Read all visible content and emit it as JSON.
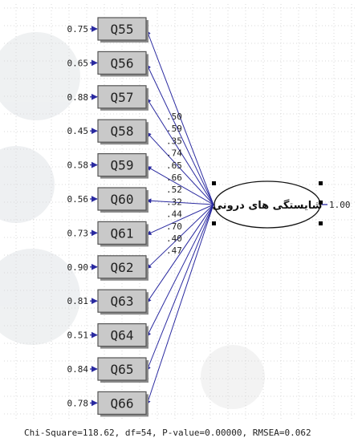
{
  "diagram": {
    "latent": {
      "label": "شایستگی های درونی",
      "variance": "1.00"
    },
    "indicators": [
      {
        "name": "Q55",
        "error": "0.75",
        "loading": ".50"
      },
      {
        "name": "Q56",
        "error": "0.65",
        "loading": ".59"
      },
      {
        "name": "Q57",
        "error": "0.88",
        "loading": ".35"
      },
      {
        "name": "Q58",
        "error": "0.45",
        "loading": ".74"
      },
      {
        "name": "Q59",
        "error": "0.58",
        "loading": ".65"
      },
      {
        "name": "Q60",
        "error": "0.56",
        "loading": ".66"
      },
      {
        "name": "Q61",
        "error": "0.73",
        "loading": ".52"
      },
      {
        "name": "Q62",
        "error": "0.90",
        "loading": ".32"
      },
      {
        "name": "Q63",
        "error": "0.81",
        "loading": ".44"
      },
      {
        "name": "Q64",
        "error": "0.51",
        "loading": ".70"
      },
      {
        "name": "Q65",
        "error": "0.84",
        "loading": ".40"
      },
      {
        "name": "Q66",
        "error": "0.78",
        "loading": ".47"
      }
    ],
    "fit_statistics": "Chi-Square=118.62, df=54, P-value=0.00000, RMSEA=0.062",
    "colors": {
      "path": "#2a2aa0",
      "box_fill": "#c9c9c9"
    }
  }
}
